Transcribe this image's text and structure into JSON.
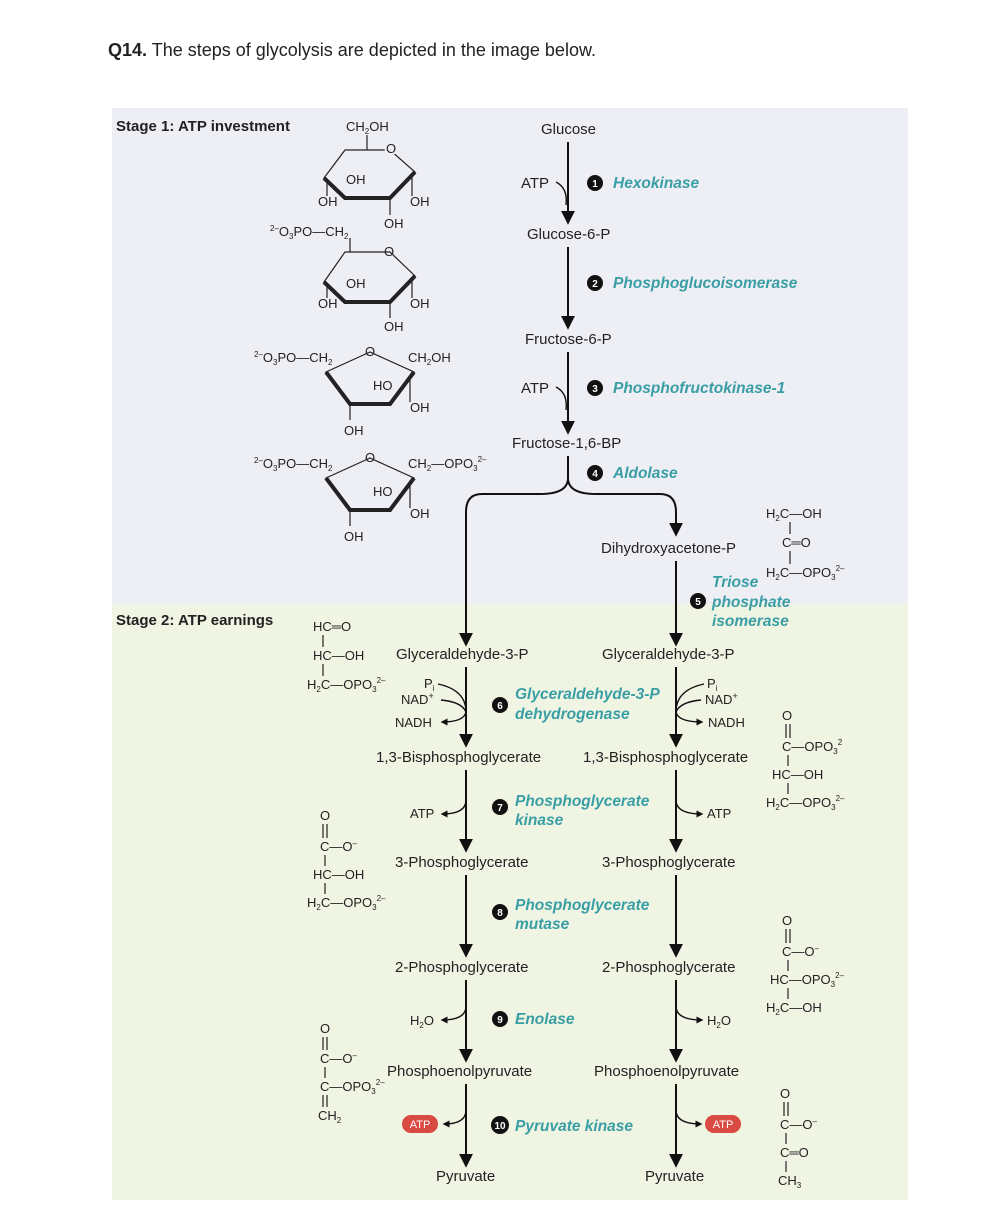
{
  "question": {
    "number": "Q14.",
    "text": "The steps of glycolysis are depicted in the image below."
  },
  "stages": {
    "stage1": "Stage 1: ATP investment",
    "stage2": "Stage 2: ATP earnings"
  },
  "colors": {
    "stage1_bg": "#eeeef5",
    "stage2_bg": "#eff4e3",
    "enzyme": "#3a9ea5",
    "atp_badge": "#d94a43"
  },
  "metabolites": {
    "glucose": "Glucose",
    "g6p": "Glucose-6-P",
    "f6p": "Fructose-6-P",
    "f16bp": "Fructose-1,6-BP",
    "dhap": "Dihydroxyacetone-P",
    "gap": "Glyceraldehyde-3-P",
    "bpg13": "1,3-Bisphosphoglycerate",
    "pg3": "3-Phosphoglycerate",
    "pg2": "2-Phosphoglycerate",
    "pep": "Phosphoenolpyruvate",
    "pyruvate": "Pyruvate"
  },
  "cofactors": {
    "atp": "ATP",
    "nad": "NAD",
    "plus": "+",
    "nadh": "NADH",
    "pi": "P",
    "pi_sub": "i",
    "h2o_h": "H",
    "h2o_sub": "2",
    "h2o_o": "O"
  },
  "steps": [
    {
      "num": "1",
      "enzyme": "Hexokinase"
    },
    {
      "num": "2",
      "enzyme": "Phosphoglucoisomerase"
    },
    {
      "num": "3",
      "enzyme": "Phosphofructokinase-1"
    },
    {
      "num": "4",
      "enzyme": "Aldolase"
    },
    {
      "num": "5",
      "enzyme_lines": [
        "Triose",
        "phosphate",
        "isomerase"
      ]
    },
    {
      "num": "6",
      "enzyme_lines": [
        "Glyceraldehyde-3-P",
        "dehydrogenase"
      ]
    },
    {
      "num": "7",
      "enzyme_lines": [
        "Phosphoglycerate",
        "kinase"
      ]
    },
    {
      "num": "8",
      "enzyme_lines": [
        "Phosphoglycerate",
        "mutase"
      ]
    },
    {
      "num": "9",
      "enzyme": "Enolase"
    },
    {
      "num": "10",
      "enzyme": "Pyruvate kinase"
    }
  ],
  "chem": {
    "ch2oh": "CH2OH",
    "oh": "OH",
    "ho": "HO",
    "o": "O",
    "po3_ch2": "2–O3PO—CH2",
    "ch2_opo3": "CH2—OPO32–",
    "h2c_oh": "H2C—OH",
    "c_eq_o": "C═O",
    "h2c_opo3": "H2C—OPO32–",
    "hc_eq_o": "HC═O",
    "hc_oh": "HC—OH",
    "c_opo3": "C—OPO32",
    "c_o_minus": "C—O–",
    "hc_opo3": "HC—OPO32–",
    "ch2": "CH2",
    "ch3": "CH3"
  }
}
